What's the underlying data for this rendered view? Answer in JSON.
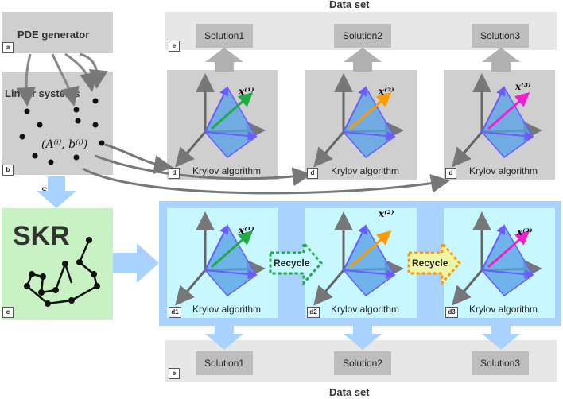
{
  "title_top": "Data set",
  "title_bottom": "Data set",
  "pde_generator": "PDE generator",
  "linear_systems": "Linear systems",
  "system_math": "(A⁽ⁱ⁾, b⁽ⁱ⁾)",
  "sort_label": "Sort",
  "skr_label": "SKR",
  "recycle_label": "Recycle",
  "krylov_label": "Krylov algorithm",
  "solutions_top": [
    "Solution1",
    "Solution2",
    "Solution3"
  ],
  "solutions_bottom": [
    "Solution1",
    "Solution2",
    "Solution3"
  ],
  "x_labels": [
    "x⁽¹⁾",
    "x⁽²⁾",
    "x⁽³⁾",
    "x⁽¹⁾",
    "x⁽²⁾",
    "x⁽³⁾"
  ],
  "tags": {
    "a": "a",
    "b": "b",
    "c": "c",
    "d": "d",
    "d1": "d1",
    "d2": "d2",
    "d3": "d3",
    "e": "e"
  },
  "colors": {
    "gray_panel": "#cfcfcf",
    "light_gray": "#e7e7e7",
    "skr_green": "#c8f2c4",
    "recycle_blue": "#a9d2ff",
    "krylov_cyan": "#c8f8ff",
    "arrow_green": "#22aa44",
    "arrow_orange": "#ff9900",
    "arrow_magenta": "#ee22cc"
  }
}
